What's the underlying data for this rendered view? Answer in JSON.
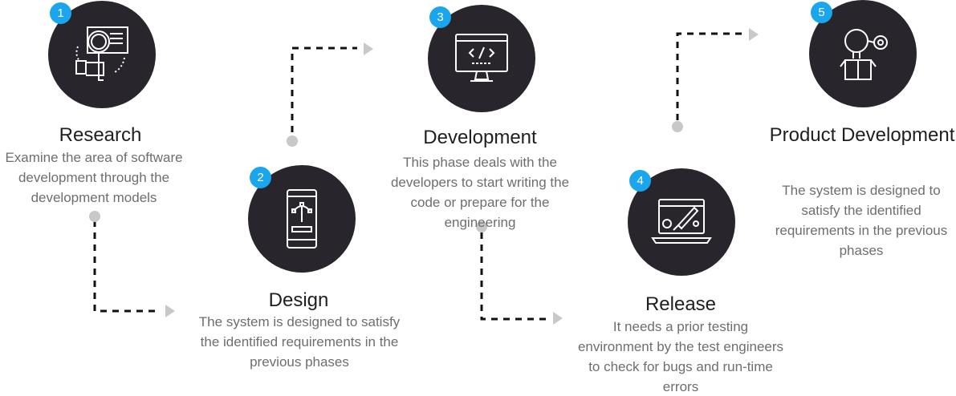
{
  "steps": [
    {
      "number": "1",
      "title": "Research",
      "description": "Examine the area of software development through the development models",
      "icon": "research-magnifier-book-icon"
    },
    {
      "number": "2",
      "title": "Design",
      "description": "The system is designed to satisfy the identified requirements in the previous phases",
      "icon": "mobile-design-pen-icon"
    },
    {
      "number": "3",
      "title": "Development",
      "description": "This phase deals with the developers to start writing the code or prepare for the engineering",
      "icon": "monitor-code-icon"
    },
    {
      "number": "4",
      "title": "Release",
      "description": "It needs a prior testing environment by the test engineers to check for bugs and run-time errors",
      "icon": "laptop-rocket-icon"
    },
    {
      "number": "5",
      "title": "Product Development",
      "description": "The system is designed to satisfy the identified requirements in the previous phases",
      "icon": "box-lightbulb-gear-icon"
    }
  ],
  "colors": {
    "circle": "#29252c",
    "badge": "#1ba5ec",
    "connector": "#111111",
    "marker": "#c8c8c8"
  }
}
